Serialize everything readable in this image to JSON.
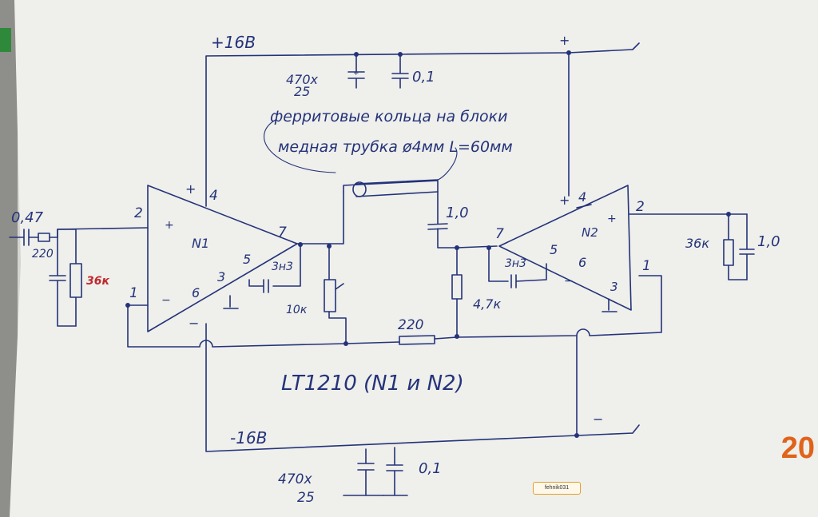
{
  "power": {
    "positive": "+16В",
    "negative": "-16В"
  },
  "caps": {
    "top_electrolytic": [
      "470х",
      "25"
    ],
    "top_ceramic": "0,1",
    "bottom_electrolytic": [
      "470х",
      "25"
    ],
    "bottom_ceramic": "0,1",
    "input": "0,47",
    "coupling": "1,0",
    "right_output": "1,0",
    "left_comp": "3н3",
    "right_comp": "3н3"
  },
  "resistors": {
    "input_series": "220",
    "input_shunt": "36к",
    "feedback_pot": "10к",
    "bridge": "220",
    "right_shunt": "4,7к",
    "output_shunt": "36к"
  },
  "note": {
    "line1": "ферритовые кольца на блоки",
    "line2": "медная трубка ø4мм L=60мм"
  },
  "title": "LT1210 (N1 и N2)",
  "amplifiers": {
    "left": {
      "name": "N1",
      "pins": {
        "in_plus": "2",
        "in_minus": "1",
        "v_plus": "4",
        "out": "7",
        "p5": "5",
        "p3": "3",
        "p6": "6"
      }
    },
    "right": {
      "name": "N2",
      "pins": {
        "in_plus": "2",
        "in_minus": "1",
        "v_plus": "4",
        "out": "7",
        "p5": "5",
        "p3": "3",
        "p6": "6"
      }
    }
  },
  "signs": {
    "plus": "+",
    "minus": "−"
  },
  "page_number": "20",
  "author_badge": "fehnik031",
  "colors": {
    "ink": "#24337a",
    "paper": "#efefeb",
    "red_label": "#c0282e",
    "page_number": "#e0631b"
  }
}
